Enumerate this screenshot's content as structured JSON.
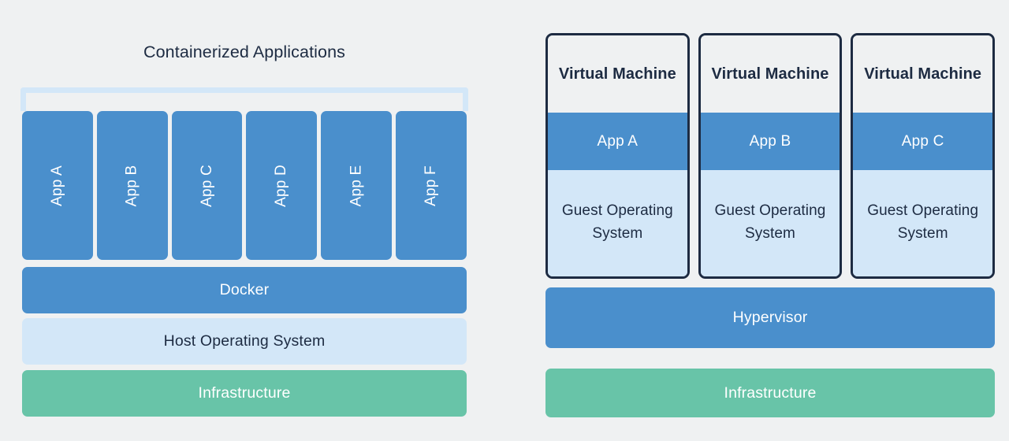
{
  "background_color": "#eff1f2",
  "colors": {
    "accent_blue": "#4a8fcc",
    "light_blue": "#d3e7f8",
    "green": "#68c4a8",
    "navy_text": "#1d2b42",
    "white_text": "#ffffff"
  },
  "left_panel": {
    "title": "Containerized Applications",
    "containers": [
      {
        "label": "App A"
      },
      {
        "label": "App B"
      },
      {
        "label": "App C"
      },
      {
        "label": "App D"
      },
      {
        "label": "App E"
      },
      {
        "label": "App F"
      }
    ],
    "stack": [
      {
        "label": "Docker",
        "color": "#4a8fcc"
      },
      {
        "label": "Host Operating System",
        "color": "#d3e7f8"
      },
      {
        "label": "Infrastructure",
        "color": "#68c4a8"
      }
    ],
    "docker_label": "Docker",
    "host_os_label": "Host Operating System",
    "infrastructure_label": "Infrastructure"
  },
  "right_panel": {
    "virtual_machines": [
      {
        "title": "Virtual Machine",
        "app": "App A",
        "guest_os": "Guest Operating System"
      },
      {
        "title": "Virtual Machine",
        "app": "App B",
        "guest_os": "Guest Operating System"
      },
      {
        "title": "Virtual Machine",
        "app": "App C",
        "guest_os": "Guest Operating System"
      }
    ],
    "hypervisor_label": "Hypervisor",
    "infrastructure_label": "Infrastructure"
  }
}
